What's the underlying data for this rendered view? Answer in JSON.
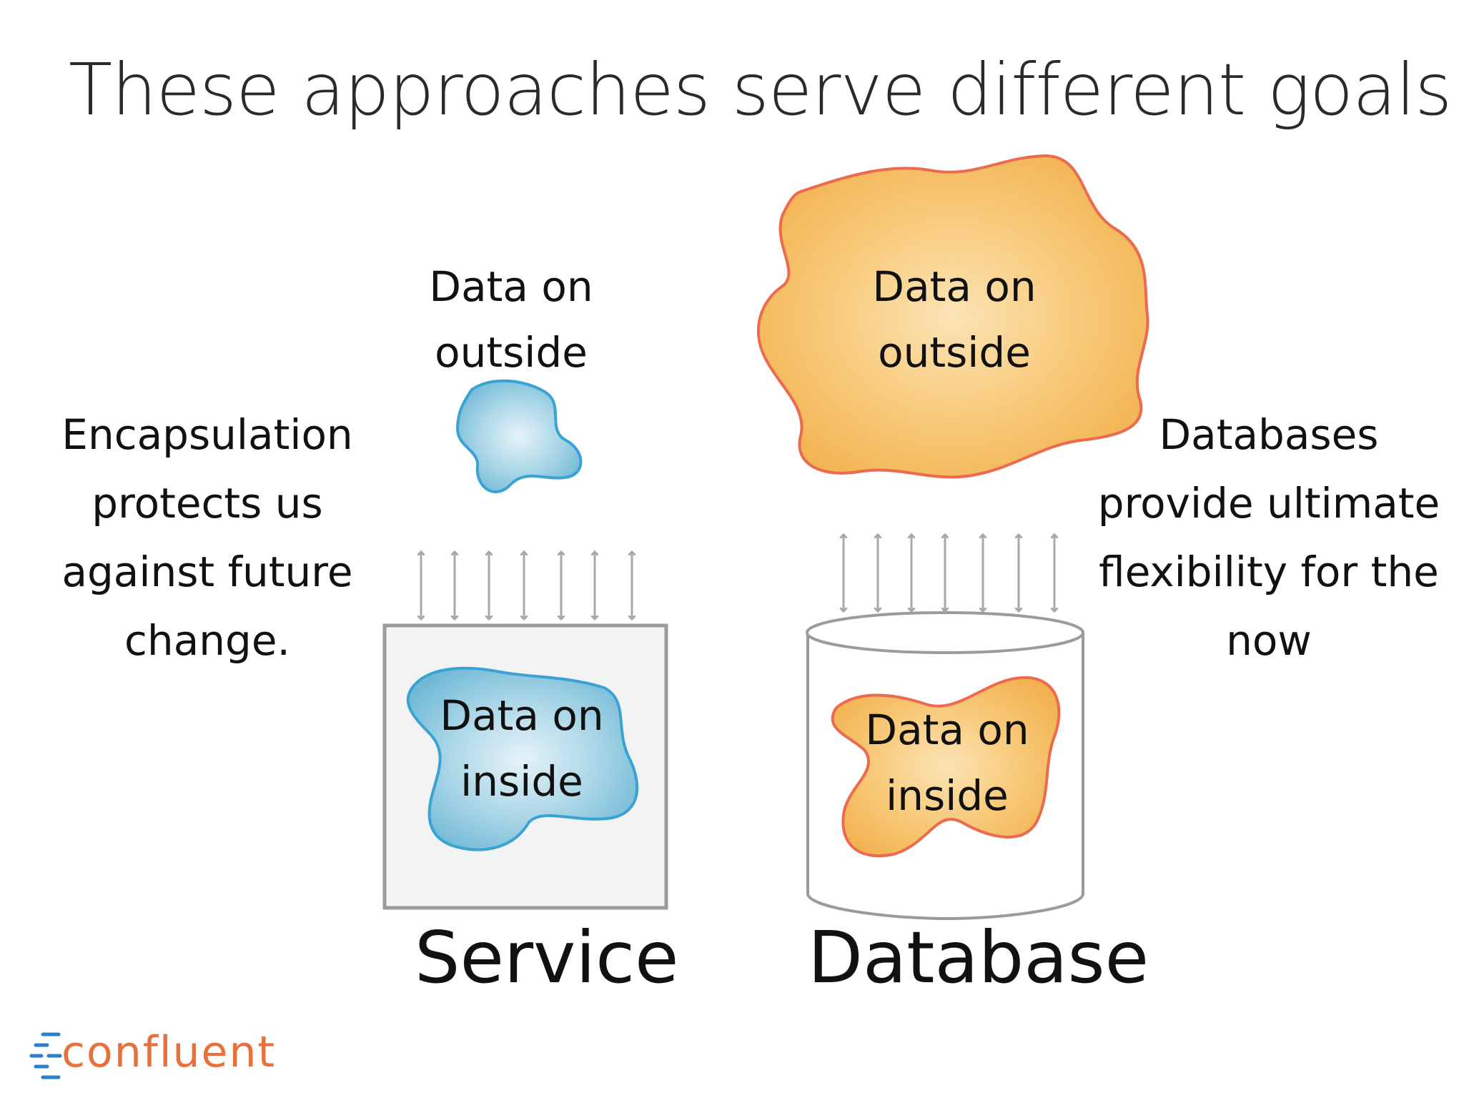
{
  "title": "These approaches serve different goals",
  "left_note": [
    "Encapsulation",
    "protects us",
    "against future",
    "change."
  ],
  "right_note": [
    "Databases",
    "provide ultimate",
    "flexibility for the",
    "now"
  ],
  "service": {
    "label": "Service",
    "outside_label": [
      "Data on",
      "outside"
    ],
    "inside_label": [
      "Data on",
      "inside"
    ]
  },
  "database": {
    "label": "Database",
    "outside_label": [
      "Data on",
      "outside"
    ],
    "inside_label": [
      "Data on",
      "inside"
    ]
  },
  "logo": {
    "text": "confluent"
  },
  "colors": {
    "blue_fill": "#8cc8df",
    "blue_stroke": "#3ba3d3",
    "orange_fill": "#f6c06c",
    "orange_stroke": "#ec6a4e",
    "arrow": "#a8a8a8",
    "box_fill": "#f3f3f3",
    "logo": "#e8703a",
    "logo_mark": "#2f7fc8"
  }
}
